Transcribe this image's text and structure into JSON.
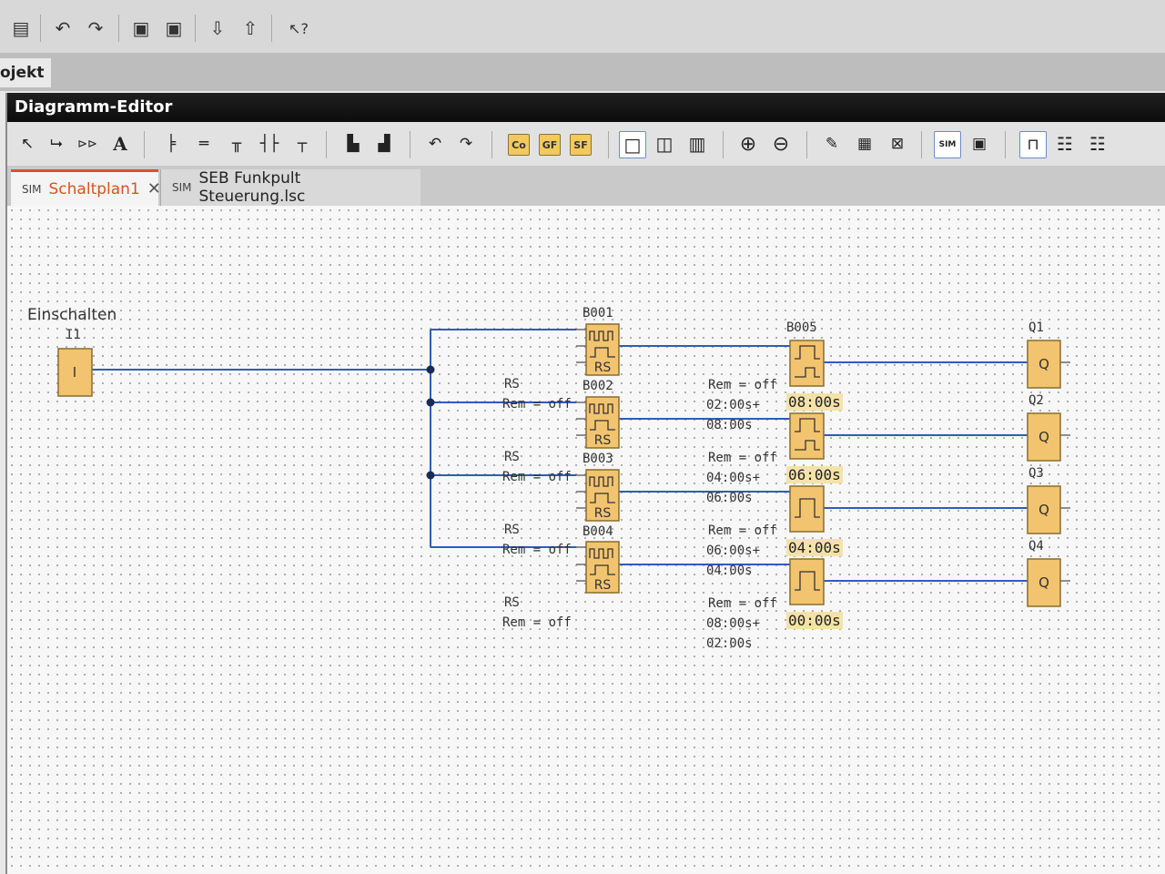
{
  "main_toolbar": {
    "buttons": [
      {
        "icon": "clipboard-icon",
        "glyph": "▤"
      },
      {
        "icon": "undo-icon",
        "glyph": "↶"
      },
      {
        "icon": "redo-icon",
        "glyph": "↷"
      },
      {
        "icon": "download-to-device-icon",
        "glyph": "▣"
      },
      {
        "icon": "upload-from-device-icon",
        "glyph": "▣"
      },
      {
        "icon": "switch-down-icon",
        "glyph": "⇩"
      },
      {
        "icon": "switch-up-icon",
        "glyph": "⇧"
      },
      {
        "icon": "help-pointer-icon",
        "glyph": "↖?"
      }
    ]
  },
  "project_tab": {
    "label": "ojekt"
  },
  "editor": {
    "title": "Diagramm-Editor",
    "toolbar": [
      {
        "icon": "select-pointer-icon",
        "glyph": "↖"
      },
      {
        "icon": "connect-icon",
        "glyph": "⮡"
      },
      {
        "icon": "constants-icon",
        "glyph": "⊳⊳"
      },
      {
        "icon": "text-icon",
        "glyph": "A"
      },
      {
        "icon": "align-left-icon",
        "glyph": "╞"
      },
      {
        "icon": "align-right-icon",
        "glyph": "═"
      },
      {
        "icon": "align-top-icon",
        "glyph": "╥"
      },
      {
        "icon": "split-connection-icon",
        "glyph": "┤├"
      },
      {
        "icon": "join-connection-icon",
        "glyph": "┬"
      },
      {
        "icon": "route-icon",
        "glyph": "▙"
      },
      {
        "icon": "route-all-icon",
        "glyph": "▟"
      },
      {
        "icon": "undo-icon",
        "glyph": "↶"
      },
      {
        "icon": "redo-icon",
        "glyph": "↷"
      },
      {
        "icon": "co-block-icon",
        "glyph": "Co"
      },
      {
        "icon": "gf-block-icon",
        "glyph": "GF"
      },
      {
        "icon": "sf-block-icon",
        "glyph": "SF"
      },
      {
        "icon": "single-page-icon",
        "glyph": "□"
      },
      {
        "icon": "two-pages-icon",
        "glyph": "◫"
      },
      {
        "icon": "three-pages-icon",
        "glyph": "▥"
      },
      {
        "icon": "zoom-in-icon",
        "glyph": "⊕"
      },
      {
        "icon": "zoom-out-icon",
        "glyph": "⊖"
      },
      {
        "icon": "pen-icon",
        "glyph": "✎"
      },
      {
        "icon": "numbering-icon",
        "glyph": "▦"
      },
      {
        "icon": "cross-reference-icon",
        "glyph": "⊠"
      },
      {
        "icon": "simulation-icon",
        "glyph": "SIM"
      },
      {
        "icon": "online-test-icon",
        "glyph": "▣"
      },
      {
        "icon": "timing-diagram-icon",
        "glyph": "⊓"
      },
      {
        "icon": "table-icon",
        "glyph": "☷"
      },
      {
        "icon": "table-alt-icon",
        "glyph": "☷"
      }
    ],
    "tabs": [
      {
        "label": "Schaltplan1",
        "icon": "SIM",
        "close": "✕",
        "active": true
      },
      {
        "label": "SEB Funkpult Steuerung.lsc",
        "icon": "SIM",
        "active": false
      }
    ]
  },
  "diagram": {
    "input": {
      "name": "Einschalten",
      "id": "I1",
      "symbol": "I"
    },
    "rs_blocks": [
      {
        "id": "B001",
        "symbol": "RS",
        "param_type": "RS",
        "param_rem": "Rem = off"
      },
      {
        "id": "B002",
        "symbol": "RS",
        "param_type": "RS",
        "param_rem": "Rem = off"
      },
      {
        "id": "B003",
        "symbol": "RS",
        "param_type": "RS",
        "param_rem": "Rem = off"
      },
      {
        "id": "B004",
        "symbol": "RS",
        "param_type": "RS",
        "param_rem": "Rem = off"
      }
    ],
    "timers": [
      {
        "id": "B005",
        "rem": "Rem = off",
        "on": "02:00s+",
        "off": "08:00s",
        "current": "08:00s"
      },
      {
        "id": "",
        "rem": "Rem = off",
        "on": "04:00s+",
        "off": "06:00s",
        "current": "06:00s"
      },
      {
        "id": "",
        "rem": "Rem = off",
        "on": "06:00s+",
        "off": "04:00s",
        "current": "04:00s"
      },
      {
        "id": "",
        "rem": "Rem = off",
        "on": "08:00s+",
        "off": "02:00s",
        "current": "00:00s"
      }
    ],
    "outputs": [
      {
        "id": "Q1",
        "symbol": "Q"
      },
      {
        "id": "Q2",
        "symbol": "Q"
      },
      {
        "id": "Q3",
        "symbol": "Q"
      },
      {
        "id": "Q4",
        "symbol": "Q"
      }
    ],
    "colors": {
      "block": "#f3c46f",
      "block_border": "#8a6d2d",
      "wire": "#2f5cb8",
      "node": "#1a2a55"
    }
  }
}
